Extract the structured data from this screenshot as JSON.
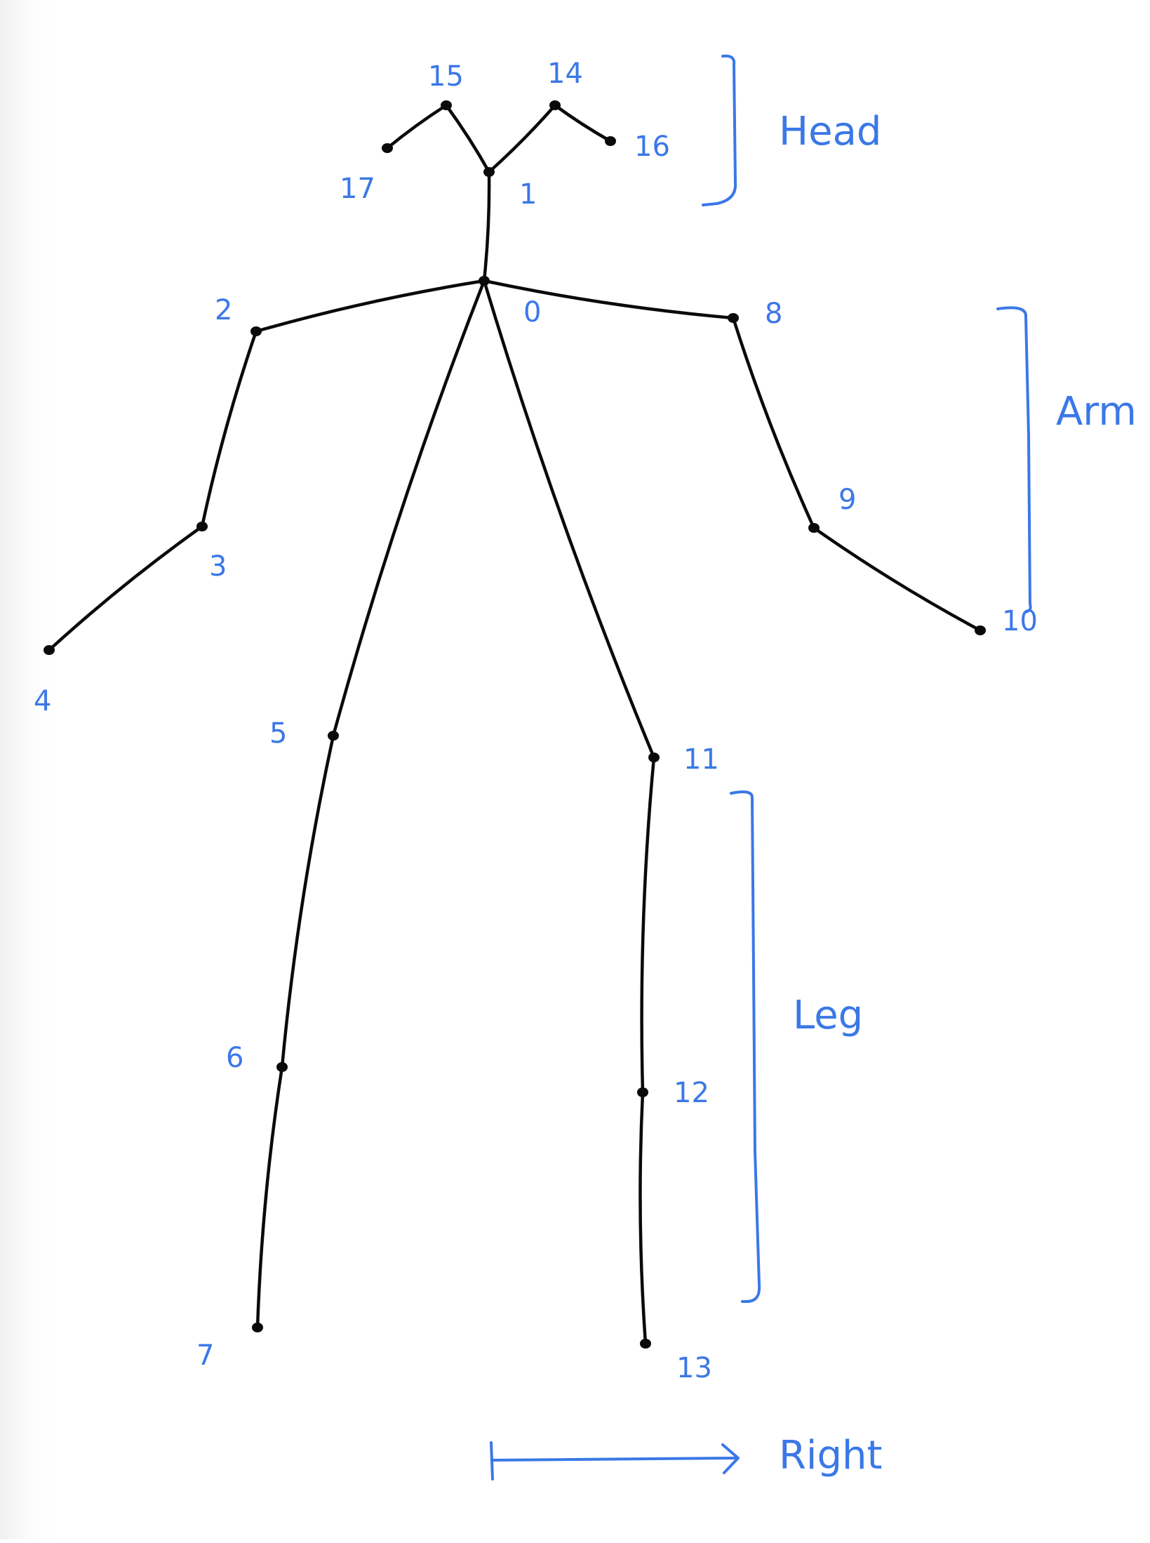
{
  "keypoints": [
    {
      "id": "0",
      "label": "0"
    },
    {
      "id": "1",
      "label": "1"
    },
    {
      "id": "2",
      "label": "2"
    },
    {
      "id": "3",
      "label": "3"
    },
    {
      "id": "4",
      "label": "4"
    },
    {
      "id": "5",
      "label": "5"
    },
    {
      "id": "6",
      "label": "6"
    },
    {
      "id": "7",
      "label": "7"
    },
    {
      "id": "8",
      "label": "8"
    },
    {
      "id": "9",
      "label": "9"
    },
    {
      "id": "10",
      "label": "10"
    },
    {
      "id": "11",
      "label": "11"
    },
    {
      "id": "12",
      "label": "12"
    },
    {
      "id": "13",
      "label": "13"
    },
    {
      "id": "14",
      "label": "14"
    },
    {
      "id": "15",
      "label": "15"
    },
    {
      "id": "16",
      "label": "16"
    },
    {
      "id": "17",
      "label": "17"
    }
  ],
  "edges": [
    [
      "0",
      "1"
    ],
    [
      "1",
      "14"
    ],
    [
      "14",
      "16"
    ],
    [
      "1",
      "15"
    ],
    [
      "15",
      "17"
    ],
    [
      "0",
      "2"
    ],
    [
      "2",
      "3"
    ],
    [
      "3",
      "4"
    ],
    [
      "0",
      "8"
    ],
    [
      "8",
      "9"
    ],
    [
      "9",
      "10"
    ],
    [
      "0",
      "5"
    ],
    [
      "5",
      "6"
    ],
    [
      "6",
      "7"
    ],
    [
      "0",
      "11"
    ],
    [
      "11",
      "12"
    ],
    [
      "12",
      "13"
    ]
  ],
  "groups": {
    "head": "Head",
    "arm": "Arm",
    "leg": "Leg"
  },
  "direction": {
    "label": "Right"
  },
  "colors": {
    "skeleton": "#0a0a0a",
    "annotation": "#3b78e7"
  }
}
